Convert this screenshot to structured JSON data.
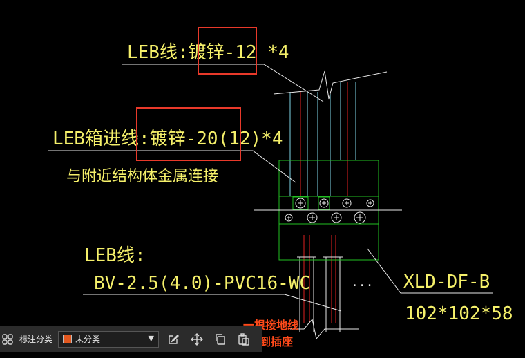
{
  "annotations": {
    "leb_line": "LEB线:镀锌-12 *4",
    "leb_box_line": "LEB箱进线:镀锌-20(12)*4",
    "connect_note": "与附近结构体金属连接",
    "leb_wire_label": "LEB线:",
    "wire_spec": "BV-2.5(4.0)-PVC16-WC",
    "ellipsis": "...",
    "box_model": "XLD-DF-B",
    "box_size": "102*102*58",
    "ground_note_1": "一根接地线",
    "ground_note_2": "接到插座"
  },
  "toolbar": {
    "grid_icon": "grid-icon",
    "category_label": "标注分类",
    "category_value": "未分类",
    "category_color": "#e2571e",
    "edit_icon": "edit-icon",
    "move_icon": "move-icon",
    "copy_icon": "copy-icon",
    "paste_icon": "paste-icon"
  },
  "colors": {
    "background": "#000000",
    "text": "#f5f06a",
    "box": "#22c022",
    "conduit": "#7fd6e8",
    "wire": "#e02020",
    "highlight": "#e8392a"
  }
}
